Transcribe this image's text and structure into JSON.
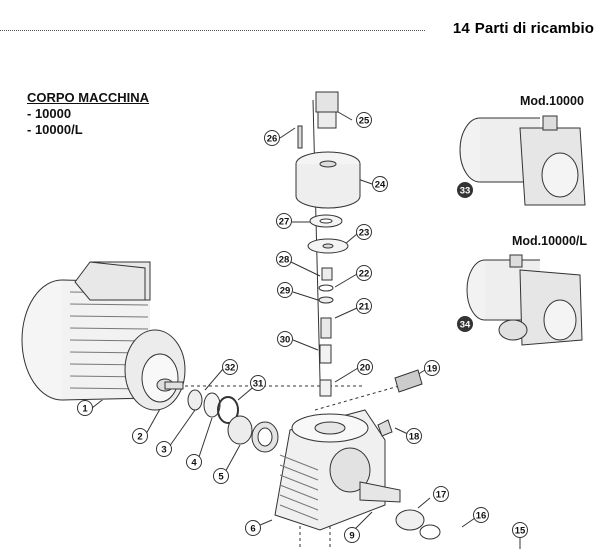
{
  "header": {
    "section_number": "14",
    "section_title": "Parti di ricambio"
  },
  "block": {
    "title": "CORPO MACCHINA",
    "models": [
      "- 10000",
      "- 10000/L"
    ]
  },
  "insets": [
    {
      "label": "Mod.10000",
      "ref": "33"
    },
    {
      "label": "Mod.10000/L",
      "ref": "34"
    }
  ],
  "callouts": [
    "1",
    "2",
    "3",
    "4",
    "5",
    "6",
    "9",
    "15",
    "16",
    "17",
    "18",
    "19",
    "20",
    "21",
    "22",
    "23",
    "24",
    "25",
    "26",
    "27",
    "28",
    "29",
    "30",
    "31",
    "32"
  ],
  "colors": {
    "line": "#333333",
    "fill_light": "#f2f2f2",
    "fill_mid": "#e2e2e2",
    "badge": "#333333"
  }
}
